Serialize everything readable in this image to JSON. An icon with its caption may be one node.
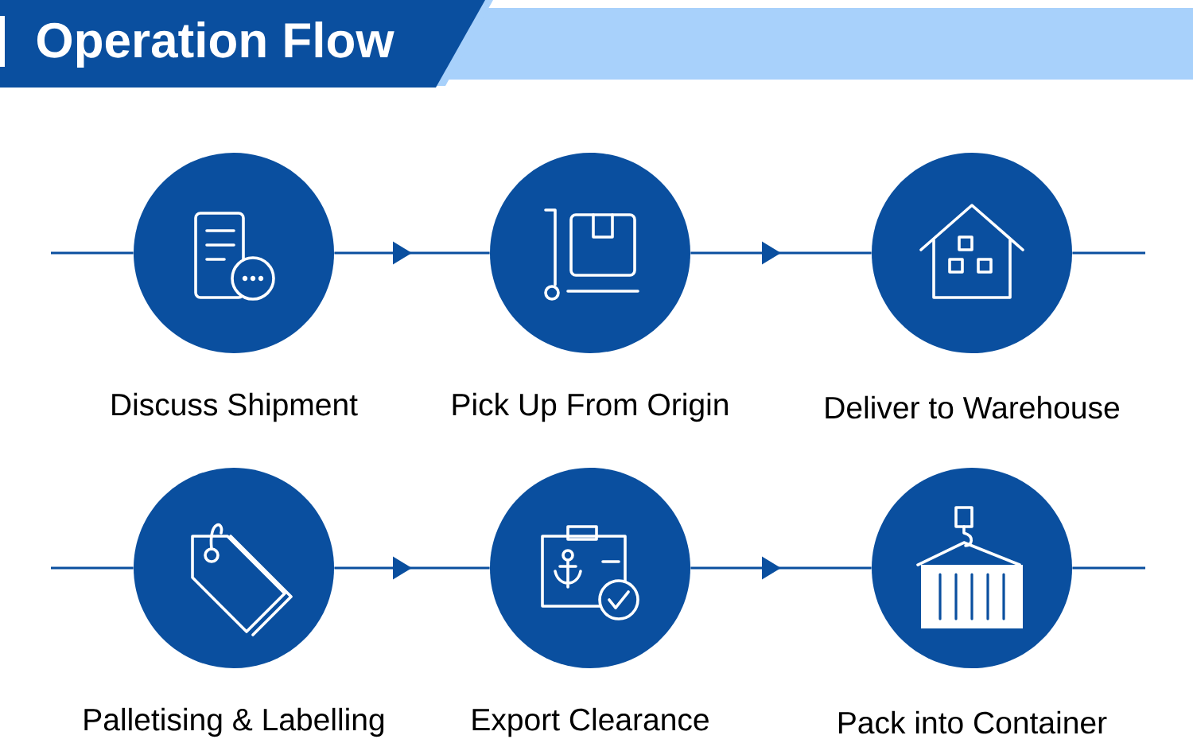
{
  "diagram": {
    "title": "Operation Flow",
    "nodes": [
      {
        "text": [
          "Discuss Shipment"
        ]
      },
      {
        "text": [
          "Pick Up From Origin"
        ]
      },
      {
        "text": [
          "Deliver to Warehouse"
        ]
      },
      {
        "text": [
          "Palletising & Labelling"
        ]
      },
      {
        "text": [
          "Export Clearance"
        ]
      },
      {
        "text": [
          "Pack into Container"
        ]
      }
    ],
    "edges": [
      {
        "from": null,
        "to": 0,
        "arrow": "none"
      },
      {
        "from": 0,
        "to": 1,
        "arrow": "to"
      },
      {
        "from": 1,
        "to": 2,
        "arrow": "to"
      },
      {
        "from": 2,
        "to": null,
        "arrow": "none"
      },
      {
        "from": null,
        "to": 3,
        "arrow": "none"
      },
      {
        "from": 3,
        "to": 4,
        "arrow": "to"
      },
      {
        "from": 4,
        "to": 5,
        "arrow": "to"
      },
      {
        "from": 5,
        "to": null,
        "arrow": "none"
      }
    ]
  }
}
